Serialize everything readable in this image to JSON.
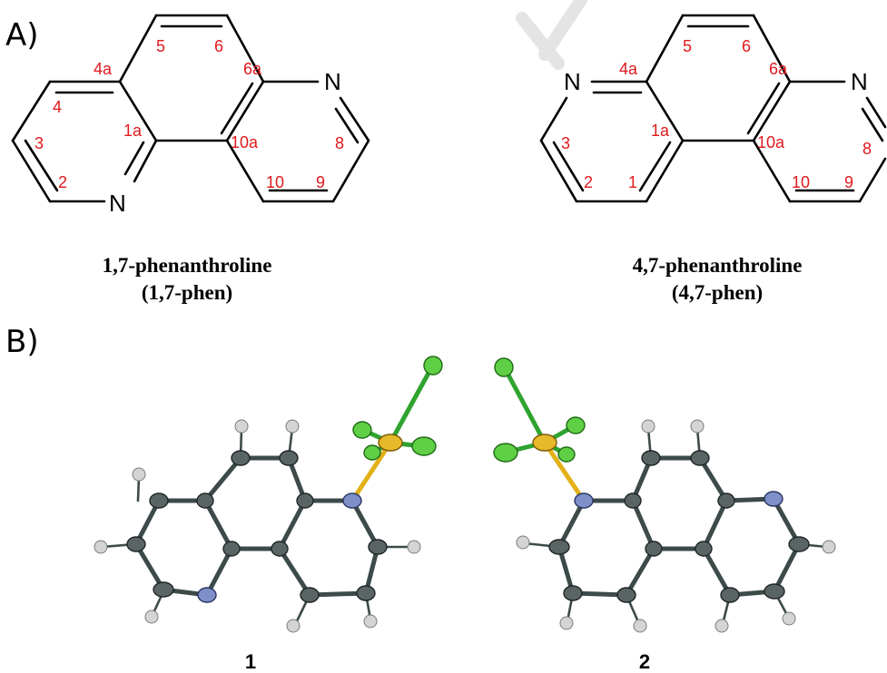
{
  "panels": {
    "a_label": "A)",
    "b_label": "B)"
  },
  "structure_1": {
    "n_top": "N",
    "n_bottom": "N",
    "numbers": [
      "4a",
      "5",
      "6",
      "6a",
      "4",
      "3",
      "1a",
      "10a",
      "8",
      "2",
      "10",
      "9"
    ],
    "caption_line1": "1,7-phenanthroline",
    "caption_line2": "(1,7-phen)"
  },
  "structure_2": {
    "n_left": "N",
    "n_right": "N",
    "numbers": [
      "4a",
      "5",
      "6",
      "6a",
      "3",
      "1a",
      "10a",
      "8",
      "2",
      "1",
      "10",
      "9"
    ],
    "caption_line1": "4,7-phenanthroline",
    "caption_line2": "(4,7-phen)"
  },
  "crystal": {
    "compound_1": "1",
    "compound_2": "2",
    "colors": {
      "carbon": "#5a6464",
      "nitrogen": "#7f8fc8",
      "hydrogen": "#d4d4d4",
      "sulfur": "#e6b92a",
      "fluorine": "#5fcf45"
    }
  }
}
